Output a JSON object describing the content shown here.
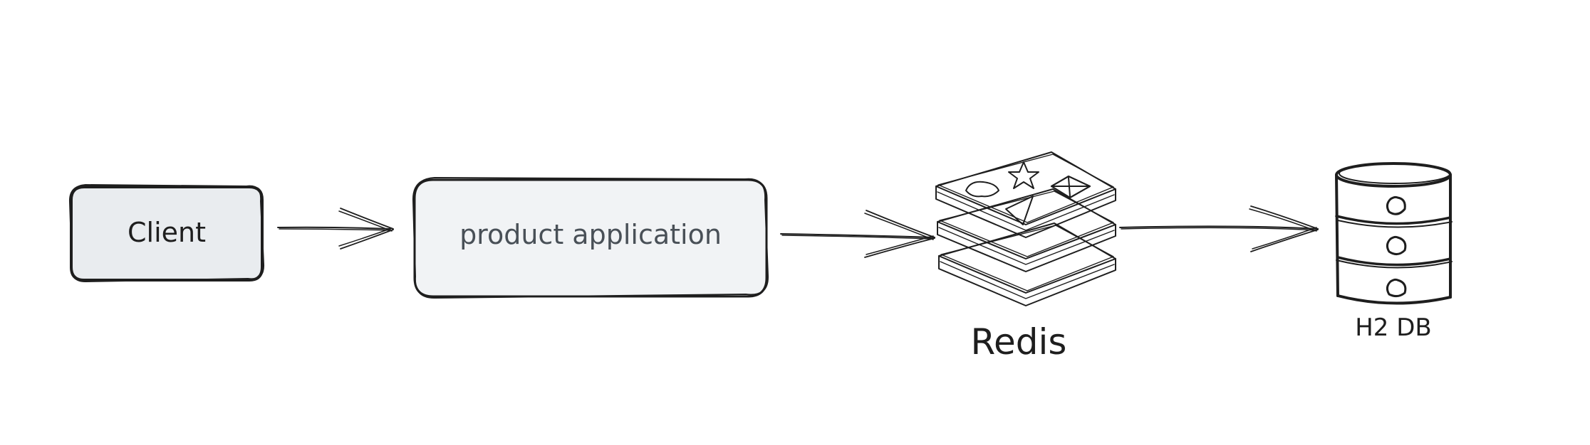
{
  "diagram": {
    "nodes": [
      {
        "id": "client",
        "label": "Client",
        "shape": "rounded-box",
        "fill": "#e9ecef"
      },
      {
        "id": "product",
        "label": "product application",
        "shape": "rounded-box",
        "fill": "#f1f3f5"
      },
      {
        "id": "redis",
        "label": "Redis",
        "shape": "layered-stack-icon"
      },
      {
        "id": "h2db",
        "label": "H2 DB",
        "shape": "database-cylinder-icon"
      }
    ],
    "edges": [
      {
        "from": "client",
        "to": "product"
      },
      {
        "from": "product",
        "to": "redis"
      },
      {
        "from": "redis",
        "to": "h2db"
      }
    ],
    "colors": {
      "stroke": "#1e1e1e",
      "text": "#1e1e1e",
      "muted_text": "#495057"
    }
  }
}
